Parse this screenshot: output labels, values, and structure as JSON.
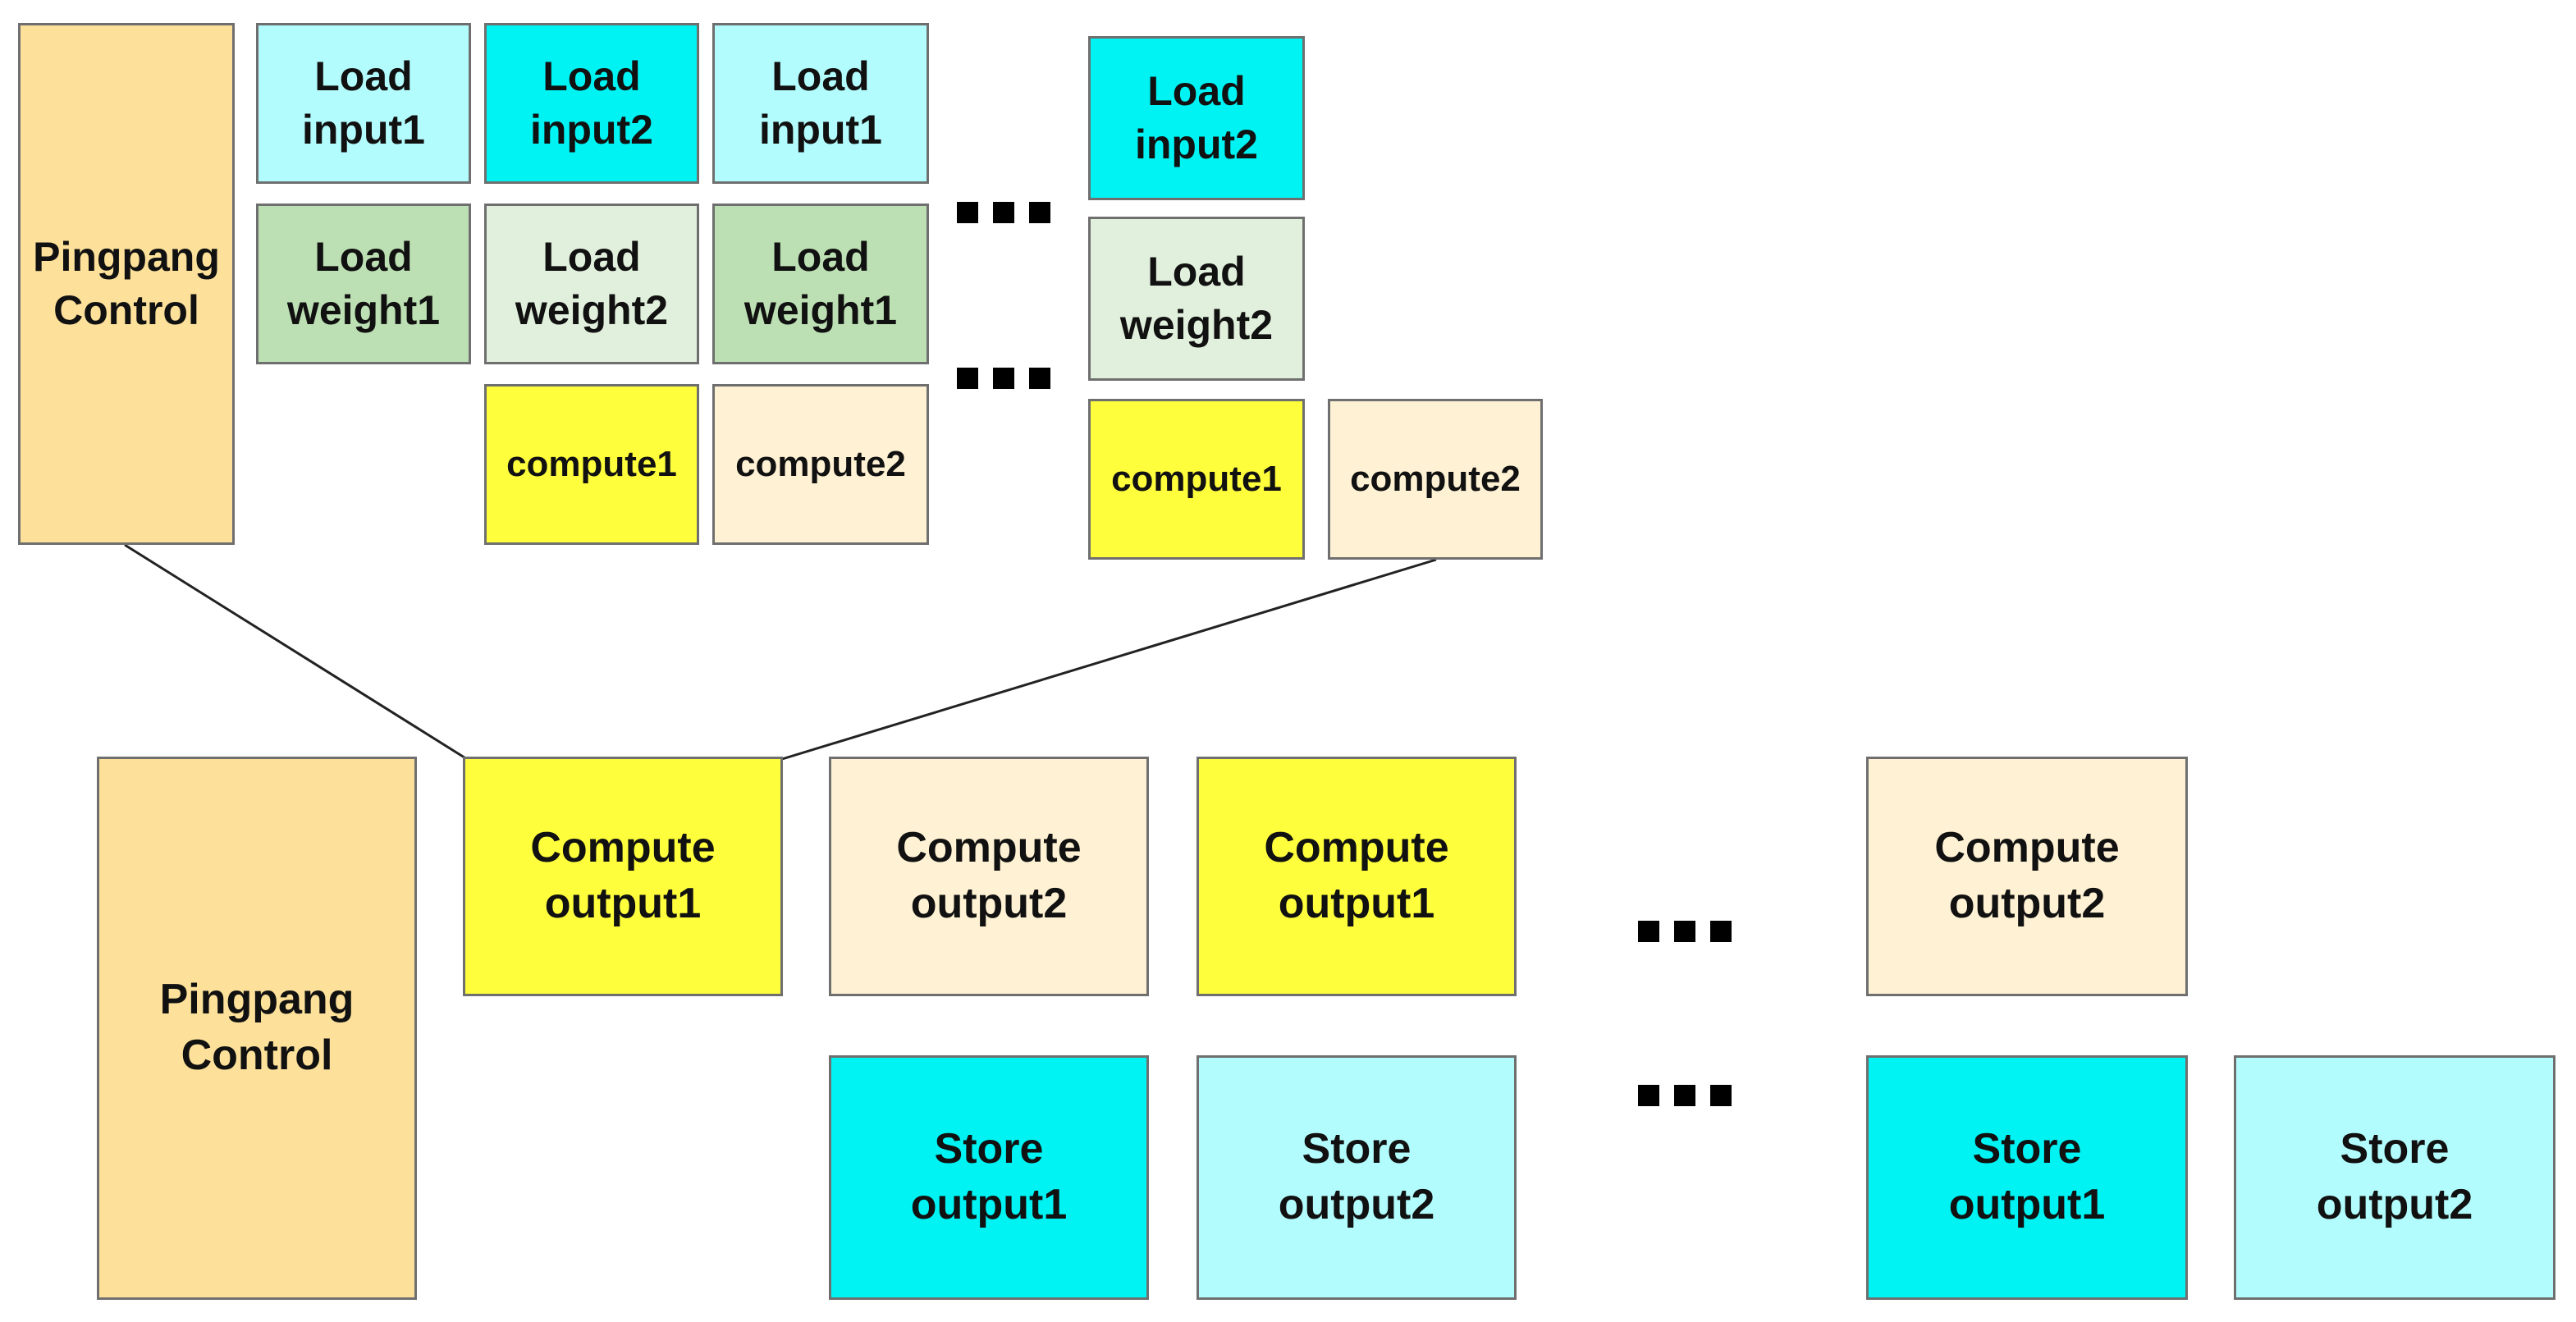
{
  "colors": {
    "cyan_light": "#b3fcfd",
    "cyan": "#00f3f3",
    "green_mid": "#bce0b3",
    "green_light": "#e1f0dc",
    "yellow": "#fefe3c",
    "cream": "#fff2d4",
    "orange_light": "#fde19a"
  },
  "top": {
    "control": "Pingpang\nControl",
    "load_input1_a": "Load\ninput1",
    "load_input2_a": "Load\ninput2",
    "load_input1_b": "Load\ninput1",
    "load_input2_b": "Load\ninput2",
    "load_weight1_a": "Load\nweight1",
    "load_weight2_a": "Load\nweight2",
    "load_weight1_b": "Load\nweight1",
    "load_weight2_b": "Load\nweight2",
    "compute1_a": "compute1",
    "compute2_a": "compute2",
    "compute1_b": "compute1",
    "compute2_b": "compute2"
  },
  "bottom": {
    "control": "Pingpang\nControl",
    "compute_output1_a": "Compute\noutput1",
    "compute_output2_a": "Compute\noutput2",
    "compute_output1_b": "Compute\noutput1",
    "compute_output2_b": "Compute\noutput2",
    "store_output1_a": "Store\noutput1",
    "store_output2_a": "Store\noutput2",
    "store_output1_b": "Store\noutput1",
    "store_output2_b": "Store\noutput2"
  }
}
